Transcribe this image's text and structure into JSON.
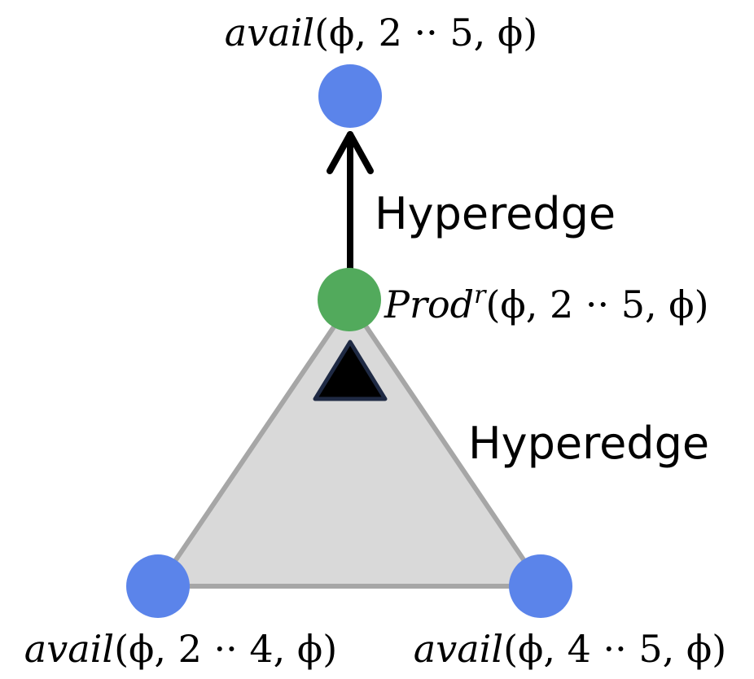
{
  "nodes": {
    "top": {
      "label_name": "avail",
      "label_args": "(ϕ, 2 ·· 5, ϕ)",
      "color": "#5b84ea"
    },
    "middle": {
      "label_name": "Prod",
      "label_sup": "r",
      "label_args": "(ϕ, 2 ·· 5, ϕ)",
      "color": "#52aa5c"
    },
    "bottom_left": {
      "label_name": "avail",
      "label_args": "(ϕ, 2 ·· 4, ϕ)",
      "color": "#5b84ea"
    },
    "bottom_right": {
      "label_name": "avail",
      "label_args": "(ϕ, 4 ·· 5, ϕ)",
      "color": "#5b84ea"
    }
  },
  "edges": {
    "arrow_label": "Hyperedge",
    "triangle_label": "Hyperedge",
    "triangle_fill": "#d9d9d9",
    "triangle_stroke": "#a6a6a6",
    "marker_color": "#000000",
    "marker_stroke": "#1f2a44"
  }
}
